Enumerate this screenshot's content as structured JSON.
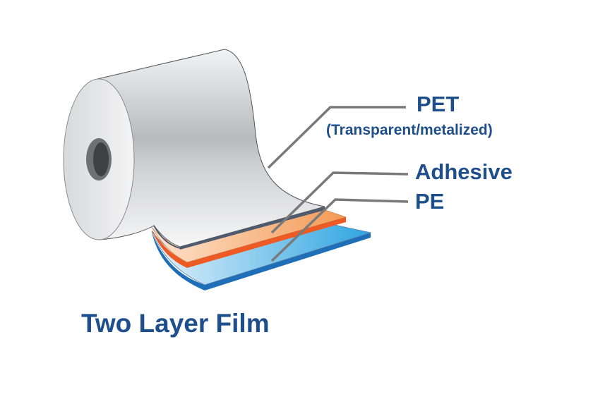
{
  "title": "Two Layer Film",
  "labels": {
    "pet": "PET",
    "pet_note": "(Transparent/metalized)",
    "adhesive": "Adhesive",
    "pe": "PE"
  },
  "colors": {
    "text": "#1f4e8c",
    "leader": "#7a7a7a",
    "adhesive": "#f5a066",
    "adhesive_edge": "#ee5a24",
    "pe": "#4aa8e0",
    "pe_edge": "#1e6fb8"
  }
}
